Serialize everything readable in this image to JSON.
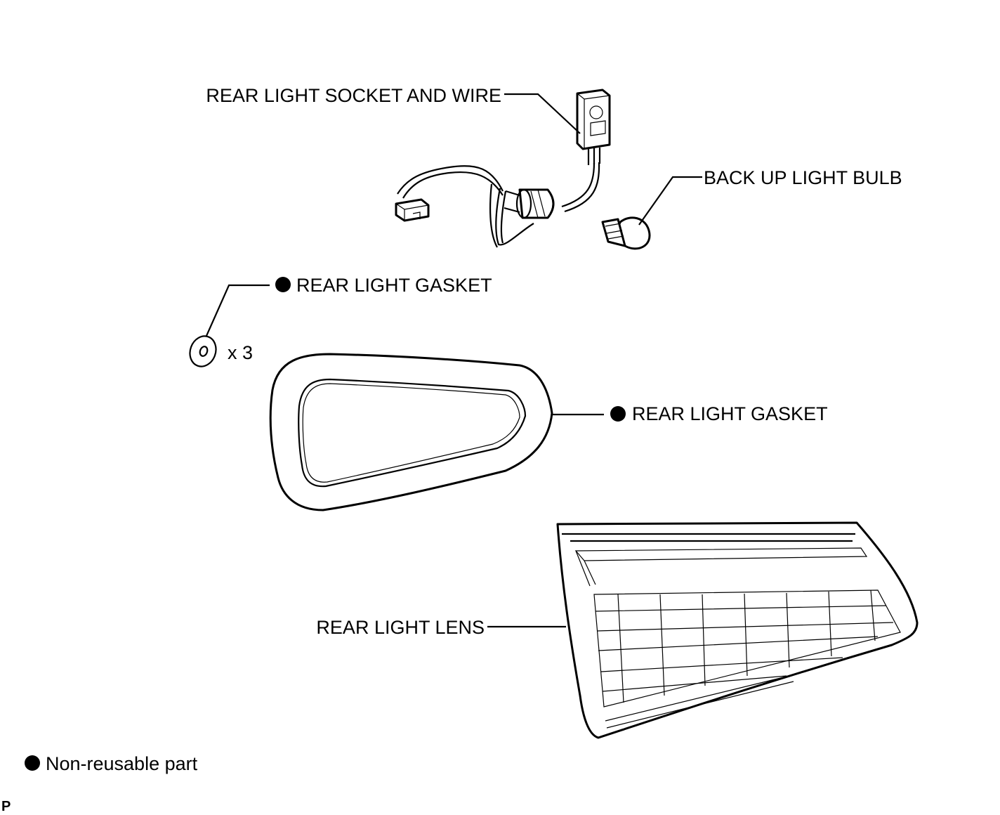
{
  "labels": {
    "socket_wire": "REAR LIGHT SOCKET AND WIRE",
    "bulb": "BACK UP LIGHT BULB",
    "gasket_small": "REAR LIGHT GASKET",
    "quantity": "x 3",
    "gasket_large": "REAR LIGHT GASKET",
    "lens": "REAR LIGHT LENS"
  },
  "legend": {
    "text": "Non-reusable part"
  },
  "figure_code": "P"
}
